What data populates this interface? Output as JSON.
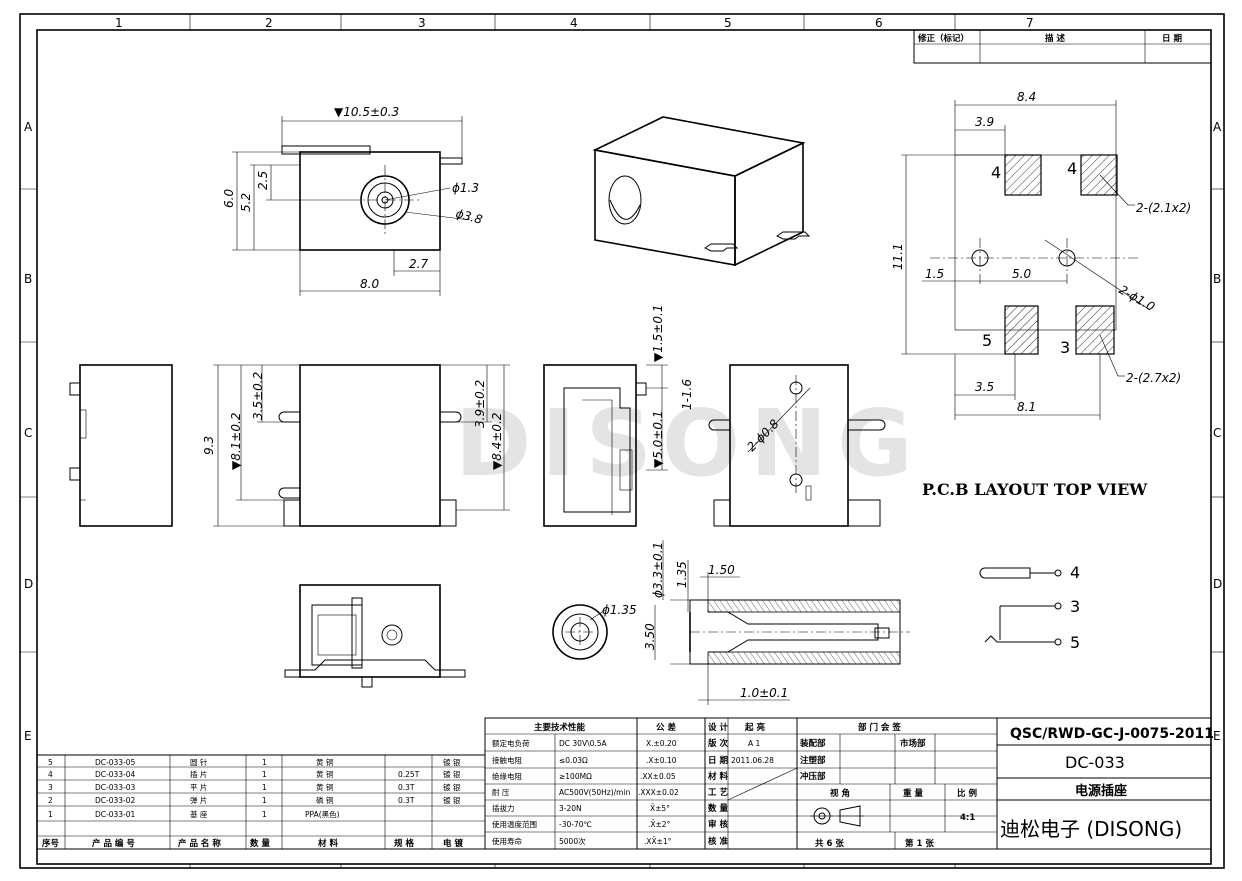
{
  "border": {
    "columns": [
      "1",
      "2",
      "3",
      "4",
      "5",
      "6",
      "7"
    ],
    "rows": [
      "A",
      "B",
      "C",
      "D",
      "E"
    ]
  },
  "watermark": "DISONG",
  "revision_table": {
    "col1": "修正（标记）",
    "col2": "描    述",
    "col3": "日  期"
  },
  "front_view": {
    "width": "▼10.5±0.3",
    "h_total": "6.0",
    "h_center": "5.2",
    "h_top": "2.5",
    "hole_small": "ϕ1.3",
    "hole_large": "ϕ3.8",
    "w_body": "8.0",
    "w_pin": "2.7"
  },
  "side_views": {
    "h_total": "9.3",
    "h_pin_left": "▼8.1±0.2",
    "h_pin_small": "3.5±0.2",
    "h_pin_right1": "3.9±0.2",
    "h_pin_right2": "▼8.4±0.2",
    "t_top": "▼1.5±0.1",
    "t_mid": "1-1.6",
    "t_low": "▼5.0±0.1",
    "holes": "2-ϕ0.8"
  },
  "pcb": {
    "w_total": "8.4",
    "w_left": "3.9",
    "height": "11.1",
    "pad_top_label": "2-(2.1x2)",
    "pad_bot_label": "2-(2.7x2)",
    "x1": "1.5",
    "x2": "5.0",
    "holes": "2-ϕ1.0",
    "w_bot_left": "3.5",
    "w_bot": "8.1",
    "pin_tl": "4",
    "pin_tr": "4",
    "pin_bl": "5",
    "pin_br": "3",
    "title": "P.C.B LAYOUT   TOP VIEW"
  },
  "section": {
    "d_outer": "ϕ3.3±0.1",
    "d_135": "1.35",
    "w_150": "1.50",
    "h_350": "3.50",
    "d_pin": "ϕ1.35",
    "bottom": "1.0±0.1"
  },
  "schematic": {
    "p4": "4",
    "p3": "3",
    "p5": "5"
  },
  "bom": {
    "rows": [
      [
        "5",
        "DC-033-05",
        "圆 针",
        "1",
        "黄  铜",
        "",
        "镀  银"
      ],
      [
        "4",
        "DC-033-04",
        "插 片",
        "1",
        "黄  铜",
        "0.25T",
        "镀  银"
      ],
      [
        "3",
        "DC-033-03",
        "平 片",
        "1",
        "黄  铜",
        "0.3T",
        "镀  银"
      ],
      [
        "2",
        "DC-033-02",
        "弹 片",
        "1",
        "磷  铜",
        "0.3T",
        "镀  银"
      ],
      [
        "1",
        "DC-033-01",
        "基  座",
        "1",
        "PPA(黑色)",
        "",
        ""
      ]
    ],
    "header": [
      "序号",
      "产 品 编 号",
      "产 品 名 称",
      "数 量",
      "材  料",
      "规  格",
      "电  镀"
    ]
  },
  "specs": {
    "title": "主要技术性能",
    "rows": [
      [
        "额定电负荷",
        "DC 30V\\0.5A"
      ],
      [
        "接触电阻",
        "≤0.03Ω"
      ],
      [
        "绝缘电阻",
        "≥100MΩ"
      ],
      [
        "耐    压",
        "AC500V(50Hz)/min"
      ],
      [
        "插拔力",
        "3-20N"
      ],
      [
        "使用温度范围",
        "-30-70℃"
      ],
      [
        "使用寿命",
        "5000次"
      ]
    ]
  },
  "tolerance": {
    "title": "公  差",
    "rows": [
      "X.±0.20",
      ".X±0.10",
      ".XX±0.05",
      ".XXX±0.02",
      "X̄±5°",
      ".X̄±2°",
      ".XX̄±1°"
    ]
  },
  "approval": {
    "labels": [
      "设 计",
      "版 次",
      "日 期",
      "材 料",
      "工 艺",
      "数 量",
      "审 核",
      "核 准"
    ],
    "col_title": "起  亮",
    "version": "A 1",
    "date": "2011.06.28"
  },
  "departments": {
    "title": "部 门 会 签",
    "rows": [
      "装配部",
      "注塑部",
      "冲压部"
    ],
    "market": "市场部",
    "view_label": "视  角",
    "weight_label": "重  量",
    "ratio_label": "比  例",
    "ratio": "4:1",
    "total": "共  6  张",
    "sheet": "第  1  张"
  },
  "title_block": {
    "code": "QSC/RWD-GC-J-0075-2011",
    "part": "DC-033",
    "name": "电源插座",
    "company": "迪松电子 (DISONG)"
  }
}
